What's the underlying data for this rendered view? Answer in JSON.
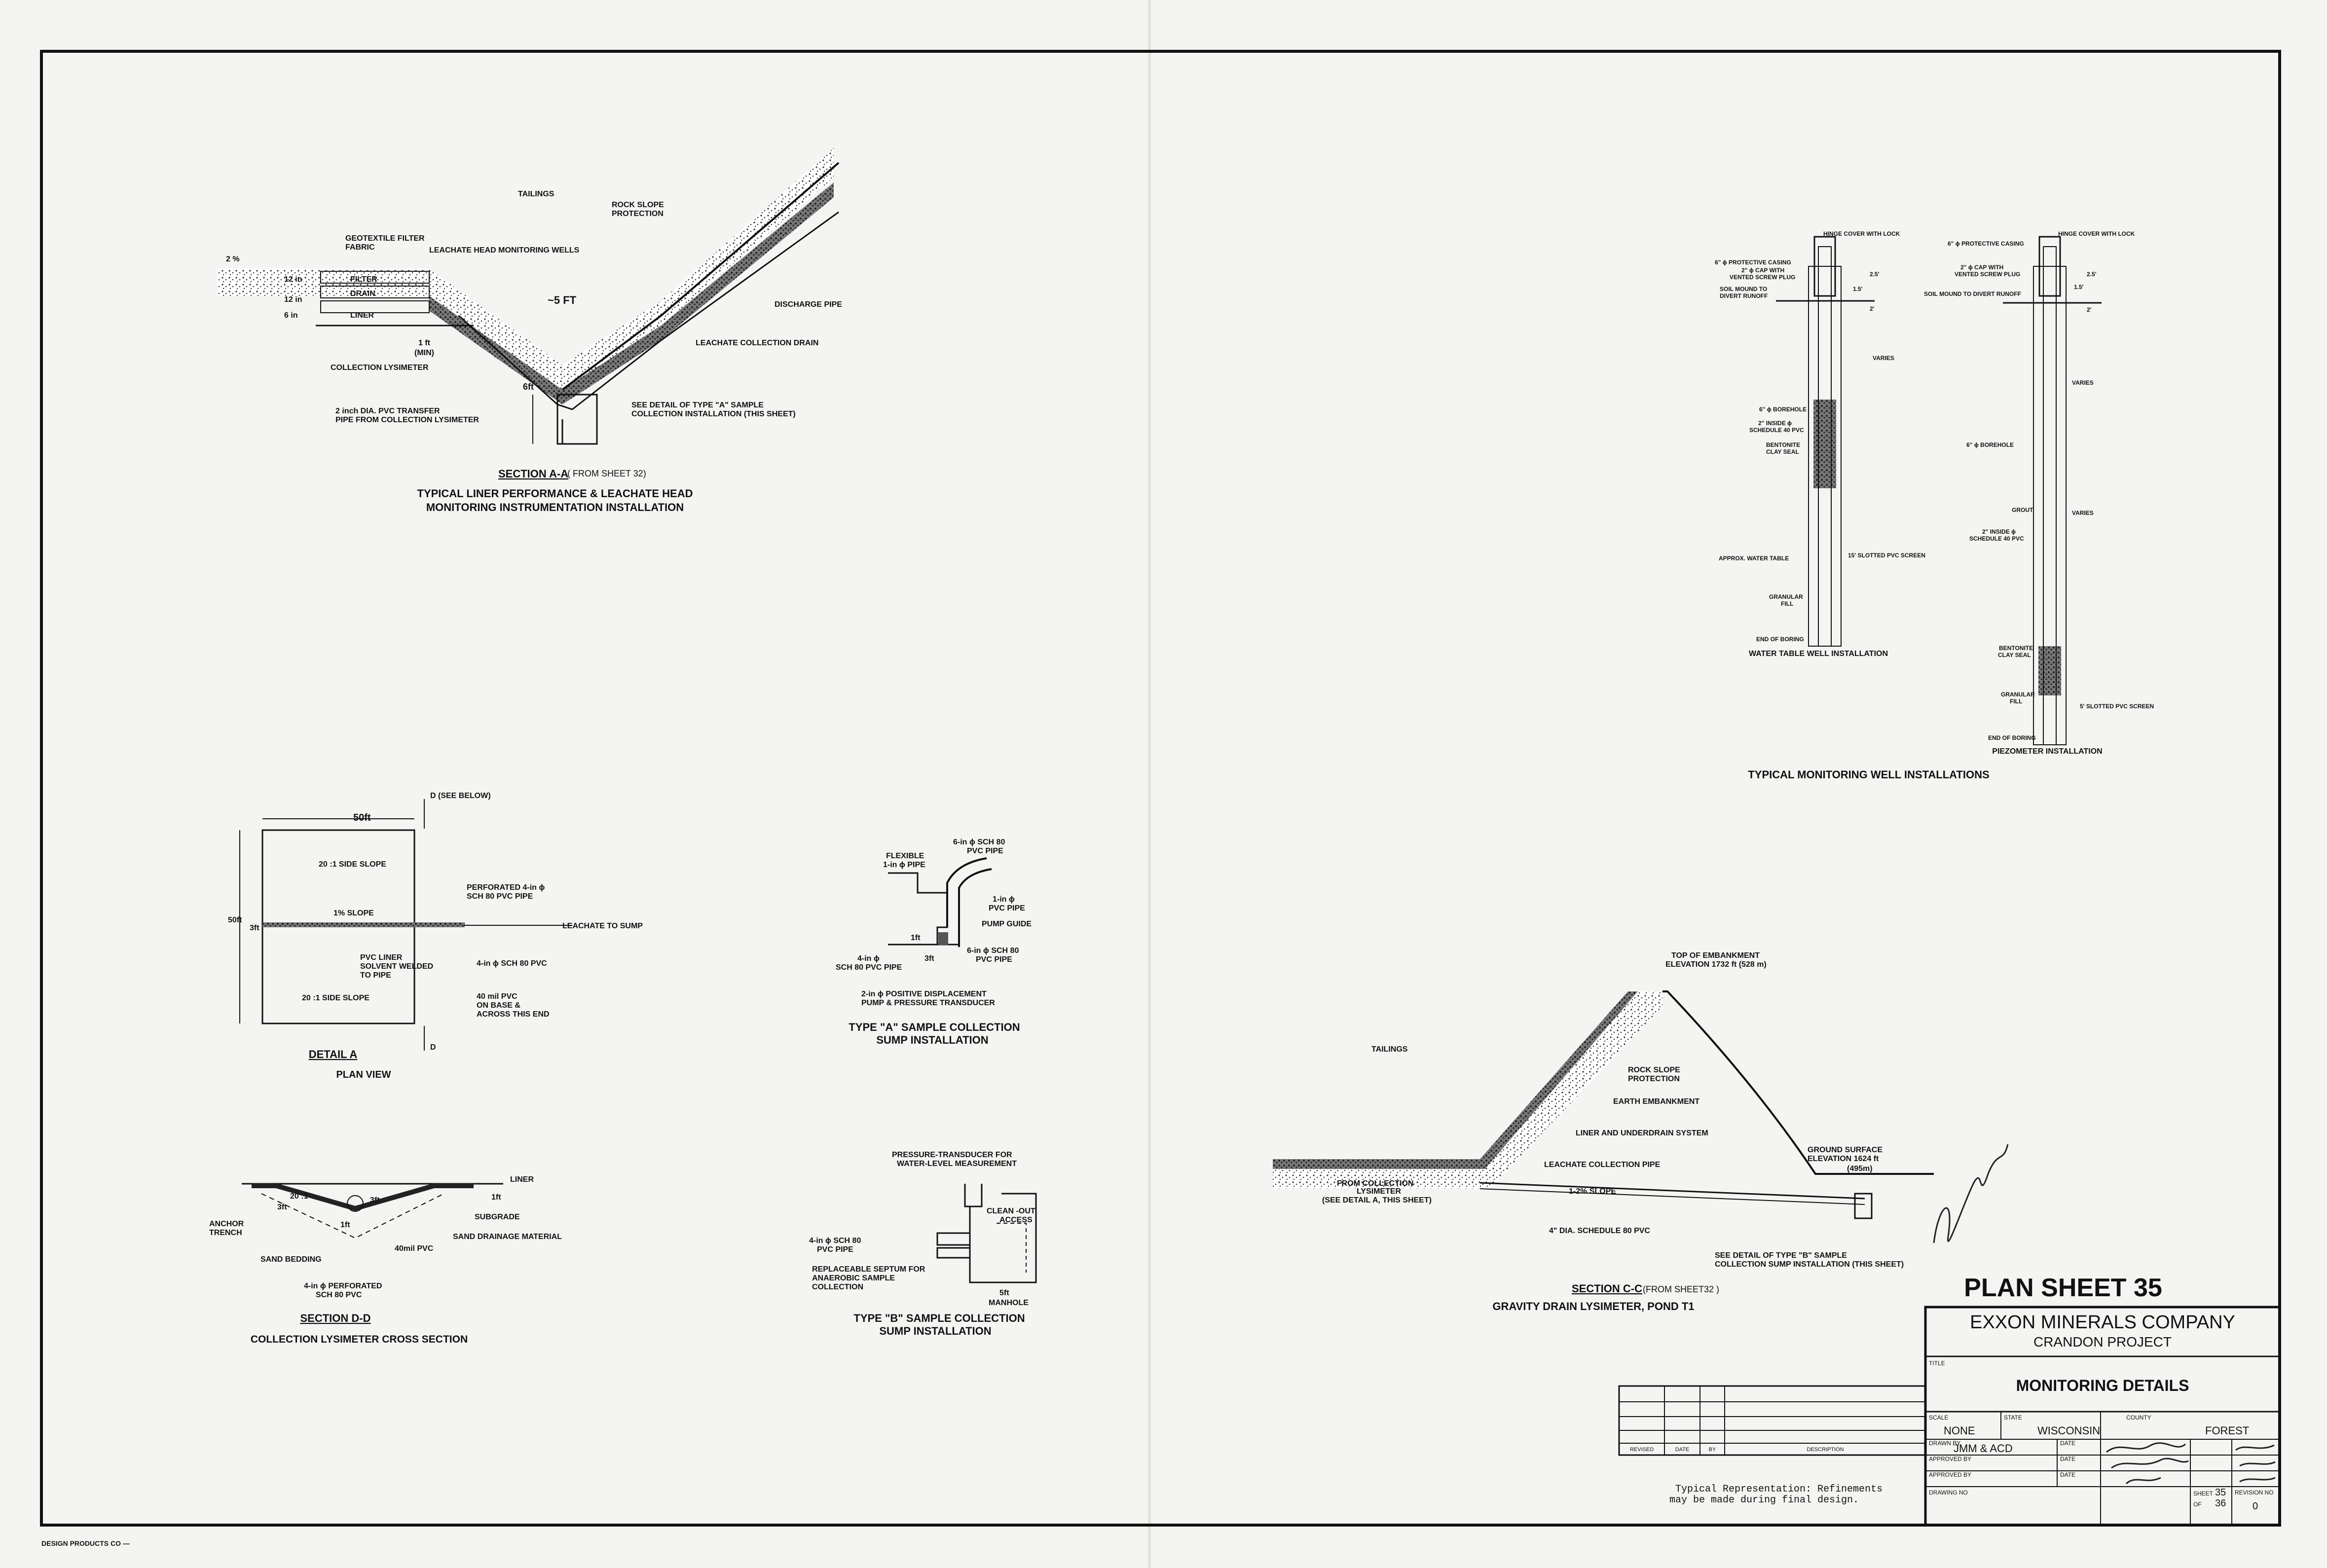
{
  "sheet": {
    "plan_sheet": "PLAN SHEET 35",
    "vendor_stamp": "DESIGN PRODUCTS CO —"
  },
  "title_block": {
    "company": "EXXON MINERALS COMPANY",
    "project": "CRANDON PROJECT",
    "title_label": "TITLE",
    "title": "MONITORING DETAILS",
    "scale_label": "SCALE",
    "scale": "NONE",
    "state_label": "STATE",
    "state": "WISCONSIN",
    "county_label": "COUNTY",
    "county": "FOREST",
    "drawn_by_label": "DRAWN BY",
    "drawn_by": "JMM & ACD",
    "approved_by_label": "APPROVED BY",
    "date_label": "DATE",
    "drawing_no_label": "DRAWING NO",
    "sheet_label": "SHEET",
    "sheet_no": "35",
    "of_label": "OF",
    "sheet_total": "36",
    "revision_label": "REVISION NO",
    "revision_no": "0",
    "revision_headers": [
      "REVISED",
      "DATE",
      "BY",
      "DESCRIPTION"
    ],
    "note_line1": "Typical Representation:  Refinements",
    "note_line2": "may be made during final design."
  },
  "section_aa": {
    "label": "SECTION A-A",
    "ref": "( FROM SHEET 32)",
    "caption1": "TYPICAL LINER PERFORMANCE & LEACHATE HEAD",
    "caption2": "MONITORING INSTRUMENTATION INSTALLATION",
    "tailings": "TAILINGS",
    "rock_slope1": "ROCK SLOPE",
    "rock_slope2": "PROTECTION",
    "geotextile1": "GEOTEXTILE FILTER",
    "geotextile2": "FABRIC",
    "leachate_wells": "LEACHATE HEAD MONITORING WELLS",
    "slope": "2 %",
    "filter": "FILTER",
    "drain": "DRAIN",
    "liner": "LINER",
    "d12a": "12 in",
    "d12b": "12 in",
    "d6": "6 in",
    "five_ft": "~5 FT",
    "discharge": "DISCHARGE PIPE",
    "collection_drain": "LEACHATE COLLECTION DRAIN",
    "one_ft": "1 ft",
    "min": "(MIN)",
    "collection_lysimeter": "COLLECTION LYSIMETER",
    "six_ft": "6ft",
    "transfer1": "2 inch   DIA.  PVC TRANSFER",
    "transfer2": "PIPE  FROM  COLLECTION  LYSIMETER",
    "see1": "SEE  DETAIL  OF  TYPE  \"A\"  SAMPLE",
    "see2": "COLLECTION  INSTALLATION  (THIS SHEET)"
  },
  "detail_a": {
    "label": "DETAIL A",
    "sub": "PLAN VIEW",
    "d_top": "D (SEE BELOW)",
    "d_bottom": "D",
    "width": "50ft",
    "height": "50ft",
    "three_ft": "3ft",
    "side_slope_top": "20 :1 SIDE SLOPE",
    "side_slope_bottom": "20 :1 SIDE SLOPE",
    "slope": "1% SLOPE",
    "perforated1": "PERFORATED 4-in ϕ",
    "perforated2": "SCH 80 PVC PIPE",
    "leachate_to_sump": "LEACHATE TO SUMP",
    "liner1": "PVC  LINER",
    "liner2": "SOLVENT  WELDED",
    "liner3": "TO  PIPE",
    "sch80": "4-in ϕ  SCH 80 PVC",
    "mil1": "40 mil PVC",
    "mil2": "ON BASE &",
    "mil3": "ACROSS THIS END"
  },
  "section_dd": {
    "label": "SECTION D-D",
    "caption": "COLLECTION LYSIMETER CROSS SECTION",
    "liner": "LINER",
    "one_ft": "1ft",
    "anchor1": "ANCHOR",
    "anchor2": "TRENCH",
    "ratio": "20 :1",
    "three_ft_a": "3ft",
    "three_ft_b": "3ft",
    "one_ft_b": "1ft",
    "subgrade": "SUBGRADE",
    "sand_drainage": "SAND DRAINAGE MATERIAL",
    "mil": "40mil PVC",
    "sand_bedding": "SAND BEDDING",
    "perf1": "4-in ϕ PERFORATED",
    "perf2": "SCH 80 PVC"
  },
  "type_a": {
    "caption1": "TYPE \"A\" SAMPLE COLLECTION",
    "caption2": "SUMP INSTALLATION",
    "top1": "6-in ϕ SCH 80",
    "top2": "PVC PIPE",
    "flex1": "FLEXIBLE",
    "flex2": "1-in ϕ PIPE",
    "pvc1": "1-in ϕ",
    "pvc2": "PVC PIPE",
    "pump_guide": "PUMP GUIDE",
    "one_ft": "1ft",
    "three_ft": "3ft",
    "six_in1": "6-in ϕ SCH 80",
    "six_in2": "PVC PIPE",
    "four_in1": "4-in ϕ",
    "four_in2": "SCH 80 PVC PIPE",
    "pump1": "2-in ϕ POSITIVE DISPLACEMENT",
    "pump2": "PUMP & PRESSURE TRANSDUCER"
  },
  "type_b": {
    "caption1": "TYPE \"B\" SAMPLE COLLECTION",
    "caption2": "SUMP INSTALLATION",
    "pt1": "PRESSURE-TRANSDUCER FOR",
    "pt2": "WATER-LEVEL MEASUREMENT",
    "clean1": "CLEAN -OUT",
    "clean2": "ACCESS",
    "four_in1": "4-in ϕ SCH 80",
    "four_in2": "PVC PIPE",
    "sept1": "REPLACEABLE  SEPTUM  FOR",
    "sept2": "ANAEROBIC  SAMPLE",
    "sept3": "COLLECTION",
    "five_ft": "5ft",
    "manhole": "MANHOLE"
  },
  "wells": {
    "caption": "TYPICAL MONITORING WELL INSTALLATIONS",
    "wt_caption": "WATER TABLE WELL INSTALLATION",
    "pz_caption": "PIEZOMETER INSTALLATION",
    "hinge": "HINGE COVER WITH LOCK",
    "casing": "6\" ϕ PROTECTIVE CASING",
    "cap1": "2\" ϕ CAP WITH",
    "cap2": "VENTED SCREW PLUG",
    "soil1": "SOIL MOUND TO",
    "soil2": "DIVERT RUNOFF",
    "soil_pz": "SOIL MOUND TO DIVERT RUNOFF",
    "d25": "2.5'",
    "d15": "1.5'",
    "d2": "2'",
    "varies": "VARIES",
    "borehole": "6\" ϕ BOREHOLE",
    "inside1": "2\" INSIDE ϕ",
    "inside2": "SCHEDULE 40 PVC",
    "bentonite1": "BENTONITE",
    "bentonite2": "CLAY SEAL",
    "water_table": "APPROX. WATER TABLE",
    "screen15": "15' SLOTTED PVC SCREEN",
    "granular1": "GRANULAR",
    "granular2": "FILL",
    "end": "END OF BORING",
    "grout": "GROUT",
    "slotted": "5' SLOTTED PVC SCREEN"
  },
  "section_cc": {
    "label": "SECTION C-C",
    "ref": "(FROM SHEET32 )",
    "caption": "GRAVITY DRAIN LYSIMETER, POND T1",
    "top1": "TOP  OF  EMBANKMENT",
    "top2": "ELEVATION 1732 ft (528 m)",
    "tailings": "TAILINGS",
    "rock1": "ROCK SLOPE",
    "rock2": "PROTECTION",
    "earth": "EARTH  EMBANKMENT",
    "underdrain": "LINER  AND  UNDERDRAIN  SYSTEM",
    "collection_pipe": "LEACHATE  COLLECTION  PIPE",
    "ground1": "GROUND  SURFACE",
    "ground2": "ELEVATION 1624 ft",
    "ground3": "(495m)",
    "from1": "FROM COLLECTION",
    "from2": "LYSIMETER",
    "from3": "(SEE DETAIL A, THIS SHEET)",
    "slope": "1-2%  SLOPE",
    "dia": "4\"  DIA.  SCHEDULE  80  PVC",
    "see1": "SEE  DETAIL  OF  TYPE  \"B\"  SAMPLE",
    "see2": "COLLECTION SUMP INSTALLATION (THIS SHEET)"
  }
}
